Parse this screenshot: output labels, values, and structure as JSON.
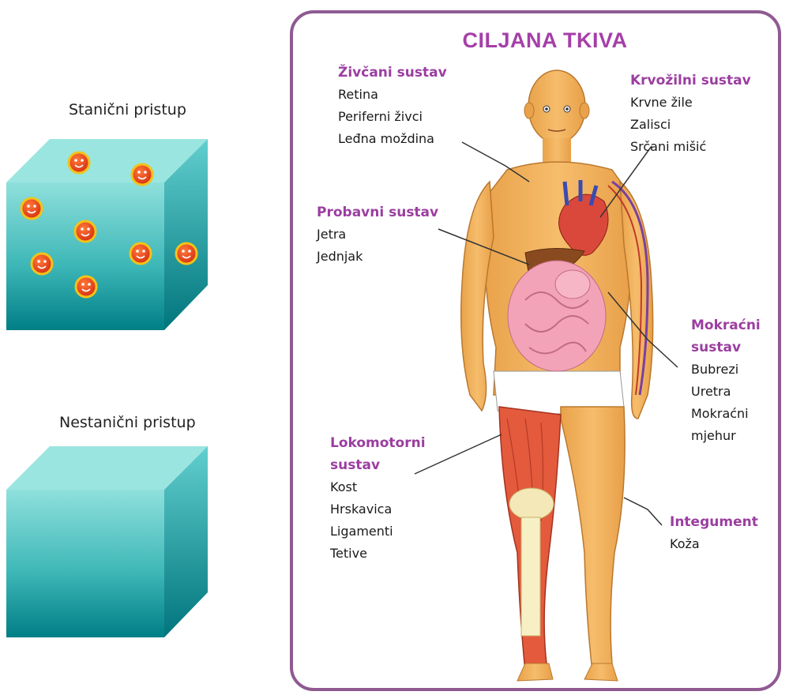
{
  "left": {
    "cellular_caption": "Stanični pristup",
    "acellular_caption": "Nestanični pristup"
  },
  "panel": {
    "title": "CILJANA TKIVA",
    "groups": [
      {
        "key": "nervous",
        "heading_lines": [
          "Živčani sustav"
        ],
        "items": [
          "Retina",
          "Periferni živci",
          "Leđna moždina"
        ]
      },
      {
        "key": "digestive",
        "heading_lines": [
          "Probavni sustav"
        ],
        "items": [
          "Jetra",
          "Jednjak"
        ]
      },
      {
        "key": "locomotor",
        "heading_lines": [
          "Lokomotorni",
          "sustav"
        ],
        "items": [
          "Kost",
          "Hrskavica",
          "Ligamenti",
          "Tetive"
        ]
      },
      {
        "key": "circulatory",
        "heading_lines": [
          "Krvožilni sustav"
        ],
        "items": [
          "Krvne žile",
          "Zalisci",
          "Srčani mišić"
        ]
      },
      {
        "key": "urinary",
        "heading_lines": [
          "Mokraćni",
          "sustav"
        ],
        "items": [
          "Bubrezi",
          "Uretra",
          "Mokraćni",
          "mjehur"
        ]
      },
      {
        "key": "integument",
        "heading_lines": [
          "Integument"
        ],
        "items": [
          "Koža"
        ]
      }
    ]
  },
  "colors": {
    "panel_border": "#8f5a92",
    "heading": "#9b3ea0",
    "cube_top": "#8fe0dc",
    "cube_front_bottom": "#007f86",
    "cell_fill": "#e8401c",
    "cell_ring": "#f3c21a",
    "skin": "#f2b15f"
  }
}
